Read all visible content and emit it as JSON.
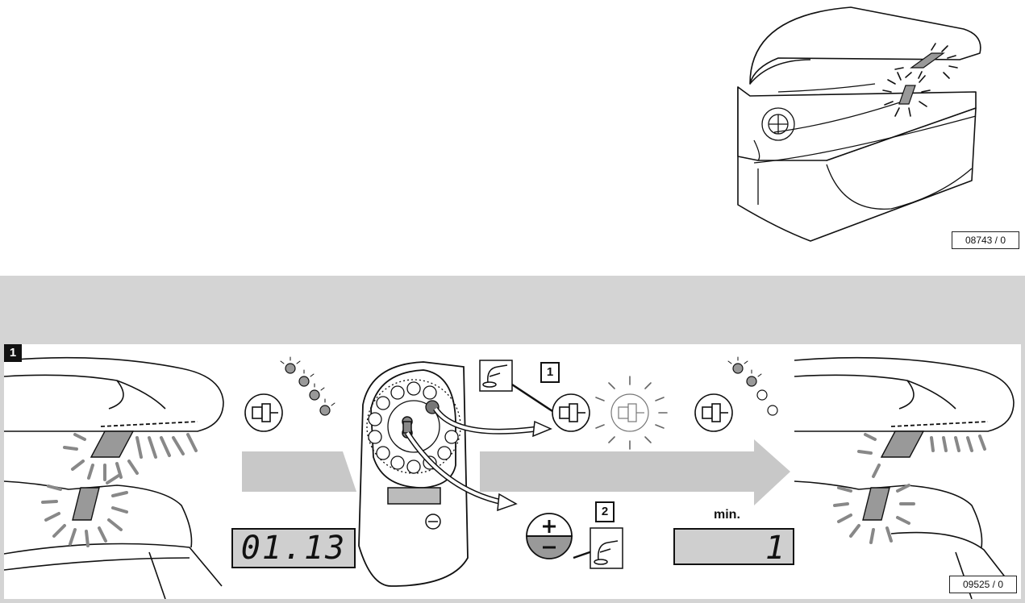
{
  "top_figure": {
    "reference": "08743 / 0"
  },
  "step_panel": {
    "step_number": "1",
    "display_left": "01.13",
    "display_right": "1",
    "unit_label": "min.",
    "badge_1": "1",
    "badge_2": "2",
    "reference": "09525 / 0"
  },
  "colors": {
    "band_grey": "#d4d4d4",
    "arrow_grey": "#c8c8c8",
    "lcd_grey": "#cfcfcf",
    "ink": "#111111"
  }
}
